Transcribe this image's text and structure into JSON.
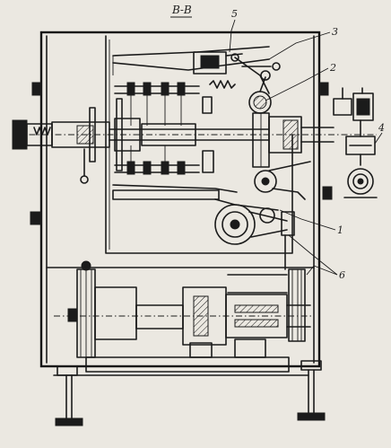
{
  "section_title": "В-В",
  "callouts": [
    {
      "label": "1"
    },
    {
      "label": "2"
    },
    {
      "label": "3"
    },
    {
      "label": "4"
    },
    {
      "label": "5"
    },
    {
      "label": "6"
    }
  ]
}
